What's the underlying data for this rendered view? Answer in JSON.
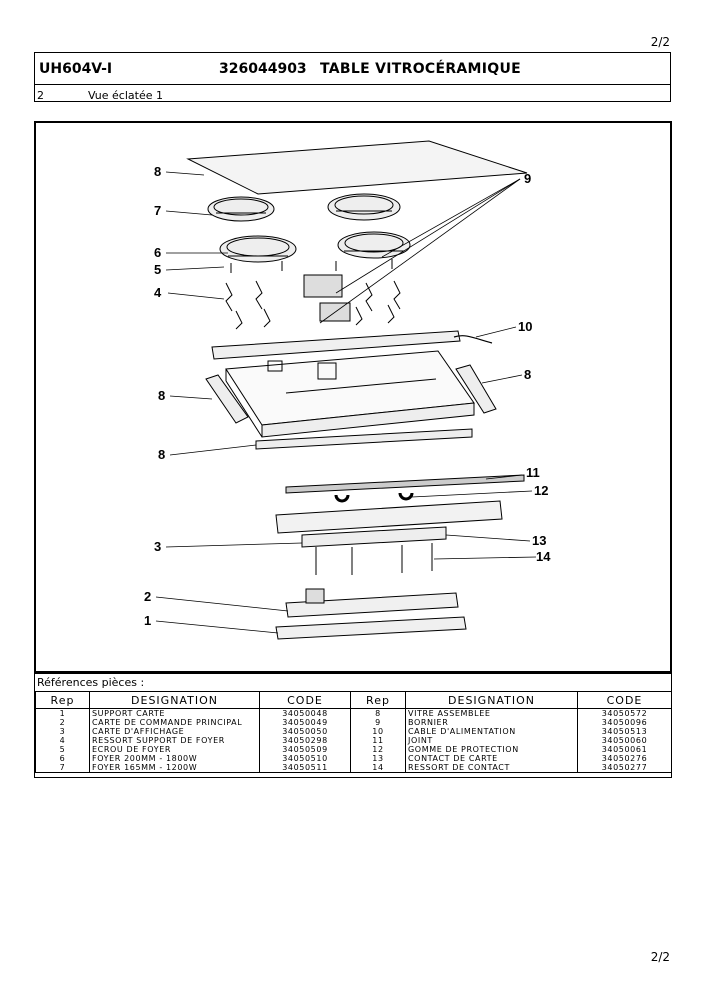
{
  "page_number": "2/2",
  "header": {
    "model": "UH604V-I",
    "code": "326044903",
    "product": "TABLE VITROCÉRAMIQUE",
    "section_number": "2",
    "section_title": "Vue éclatée 1"
  },
  "diagram": {
    "callouts": [
      "8",
      "9",
      "7",
      "6",
      "5",
      "4",
      "10",
      "8",
      "8",
      "8",
      "11",
      "12",
      "3",
      "13",
      "14",
      "2",
      "1"
    ]
  },
  "references": {
    "title": "Références pièces  :",
    "columns": [
      "Rep",
      "DESIGNATION",
      "CODE",
      "Rep",
      "DESIGNATION",
      "CODE"
    ],
    "rows": [
      {
        "rep1": "1",
        "des1": "SUPPORT CARTE",
        "code1": "34050048",
        "rep2": "8",
        "des2": "VITRE ASSEMBLEE",
        "code2": "34050572"
      },
      {
        "rep1": "2",
        "des1": "CARTE DE COMMANDE PRINCIPAL",
        "code1": "34050049",
        "rep2": "9",
        "des2": "BORNIER",
        "code2": "34050096"
      },
      {
        "rep1": "3",
        "des1": "CARTE D'AFFICHAGE",
        "code1": "34050050",
        "rep2": "10",
        "des2": "CABLE D'ALIMENTATION",
        "code2": "34050513"
      },
      {
        "rep1": "4",
        "des1": "RESSORT SUPPORT DE FOYER",
        "code1": "34050298",
        "rep2": "11",
        "des2": "JOINT",
        "code2": "34050060"
      },
      {
        "rep1": "5",
        "des1": "ECROU DE FOYER",
        "code1": "34050509",
        "rep2": "12",
        "des2": "GOMME DE PROTECTION",
        "code2": "34050061"
      },
      {
        "rep1": "6",
        "des1": "FOYER  200MM - 1800W",
        "code1": "34050510",
        "rep2": "13",
        "des2": "CONTACT DE CARTE",
        "code2": "34050276"
      },
      {
        "rep1": "7",
        "des1": "FOYER 165MM - 1200W",
        "code1": "34050511",
        "rep2": "14",
        "des2": "RESSORT DE CONTACT",
        "code2": "34050277"
      }
    ]
  }
}
